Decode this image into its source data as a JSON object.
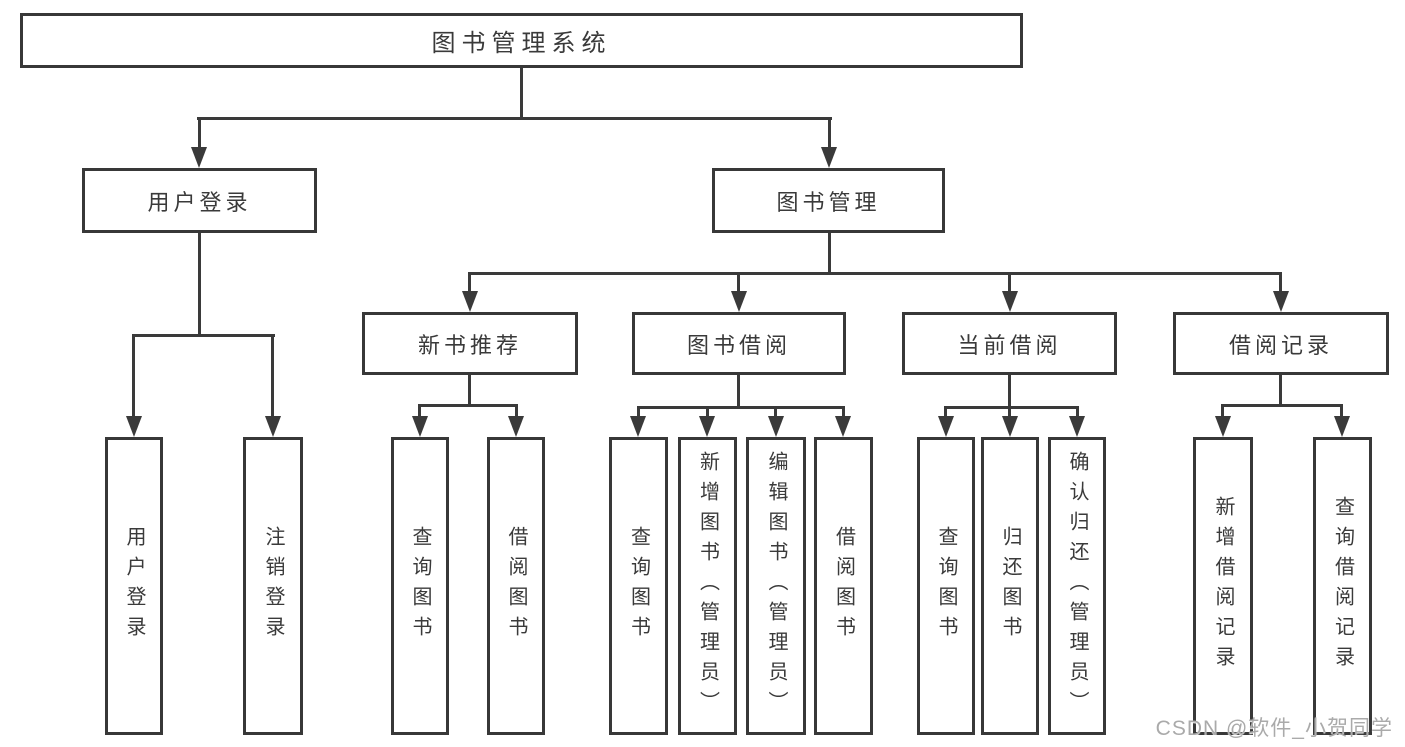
{
  "diagram_title": "图书管理系统",
  "tree": {
    "root": {
      "label": "图书管理系统"
    },
    "user_login": {
      "label": "用户登录",
      "children": {
        "login": {
          "label": "用户登录"
        },
        "logout": {
          "label": "注销登录"
        }
      }
    },
    "book_mgmt": {
      "label": "图书管理",
      "children": {
        "new_book_rec": {
          "label": "新书推荐",
          "children": {
            "query_books": {
              "label": "查询图书"
            },
            "borrow_books": {
              "label": "借阅图书"
            }
          }
        },
        "book_borrow": {
          "label": "图书借阅",
          "children": {
            "query_books": {
              "label": "查询图书"
            },
            "add_books": {
              "label": "新增图书（管理员）"
            },
            "edit_books": {
              "label": "编辑图书（管理员）"
            },
            "borrow_books": {
              "label": "借阅图书"
            }
          }
        },
        "current_borrow": {
          "label": "当前借阅",
          "children": {
            "query_books": {
              "label": "查询图书"
            },
            "return_books": {
              "label": "归还图书"
            },
            "confirm_return": {
              "label": "确认归还（管理员）"
            }
          }
        },
        "borrow_records": {
          "label": "借阅记录",
          "children": {
            "add_record": {
              "label": "新增借阅记录"
            },
            "query_record": {
              "label": "查询借阅记录"
            }
          }
        }
      }
    }
  },
  "watermark": "CSDN @软件_小贺同学",
  "colors": {
    "line": "#3a3a3a",
    "border": "#383838",
    "text": "#3a3a3a",
    "watermark": "#aaaaaa",
    "background": "#ffffff"
  }
}
